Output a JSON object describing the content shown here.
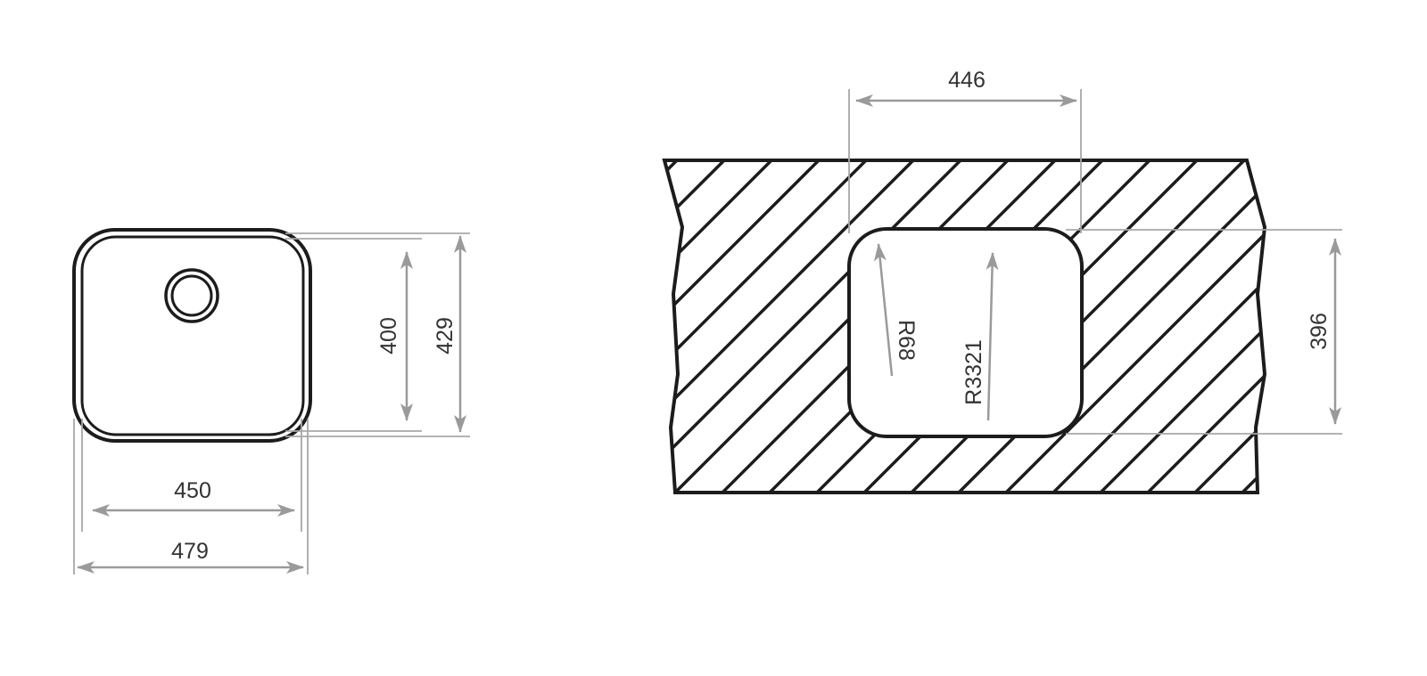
{
  "sink_view": {
    "width_inner": "450",
    "width_outer": "479",
    "height_inner": "400",
    "height_outer": "429"
  },
  "cutout_view": {
    "cutout_width": "446",
    "cutout_height": "396",
    "corner_radius": "R68",
    "side_radius": "R3321"
  },
  "colors": {
    "outline": "#1c1c1c",
    "dimension": "#9a9a9a"
  }
}
